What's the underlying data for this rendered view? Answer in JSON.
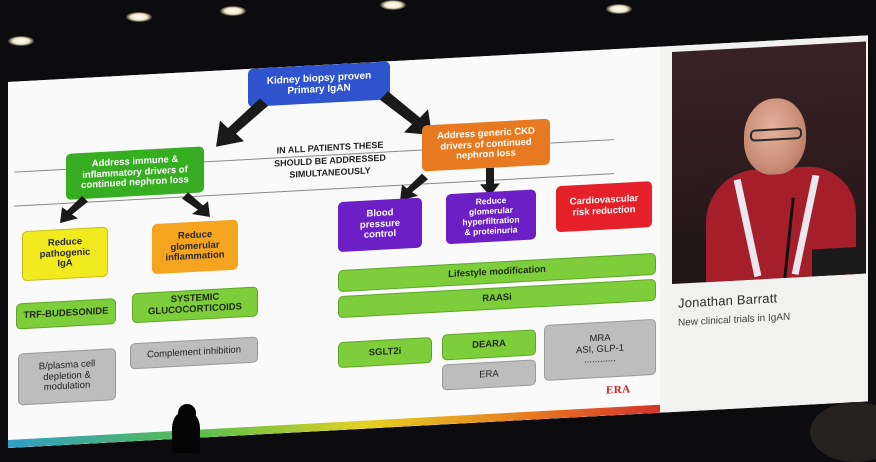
{
  "slide": {
    "top_box": "Kidney biopsy proven\nPrimary IgAN",
    "center_note": "IN ALL PATIENTS THESE\nSHOULD BE ADDRESSED\nSIMULTANEOUSLY",
    "left_branch": {
      "header": "Address immune &\ninflammatory drivers of\ncontinued nephron loss",
      "targets": [
        "Reduce\npathogenic\nIgA",
        "Reduce\nglomerular\ninflammation"
      ],
      "treatments_row1": [
        "TRF-BUDESONIDE",
        "SYSTEMIC\nGLUCOCORTICOIDS"
      ],
      "treatments_row2": [
        "B/plasma cell\ndepletion &\nmodulation",
        "Complement inhibition"
      ]
    },
    "right_branch": {
      "header": "Address generic CKD\ndrivers of continued\nnephron loss",
      "targets": [
        "Blood\npressure\ncontrol",
        "Reduce\nglomerular\nhyperfiltration\n& proteinuria",
        "Cardiovascular\nrisk reduction"
      ],
      "lifestyle": "Lifestyle modification",
      "raasi": "RAASi",
      "sglt2i": "SGLT2i",
      "deara": "DEARA",
      "era": "ERA",
      "mra": "MRA\nASI, GLP-1\n............"
    },
    "logo_text": "ERA"
  },
  "speaker": {
    "name": "Jonathan Barratt",
    "subtitle": "New clinical trials in IgAN"
  },
  "colors": {
    "blue": "#2f53cc",
    "green": "#37ad22",
    "orange": "#e77a20",
    "yellow": "#f1ea1e",
    "amber": "#f4a41f",
    "purple": "#6b1fc5",
    "red": "#e52028",
    "lime": "#7ece3c",
    "gray": "#bdbdbd"
  },
  "icons": {
    "arrows": "down-arrow-icon",
    "logo": "era-logo-icon"
  }
}
